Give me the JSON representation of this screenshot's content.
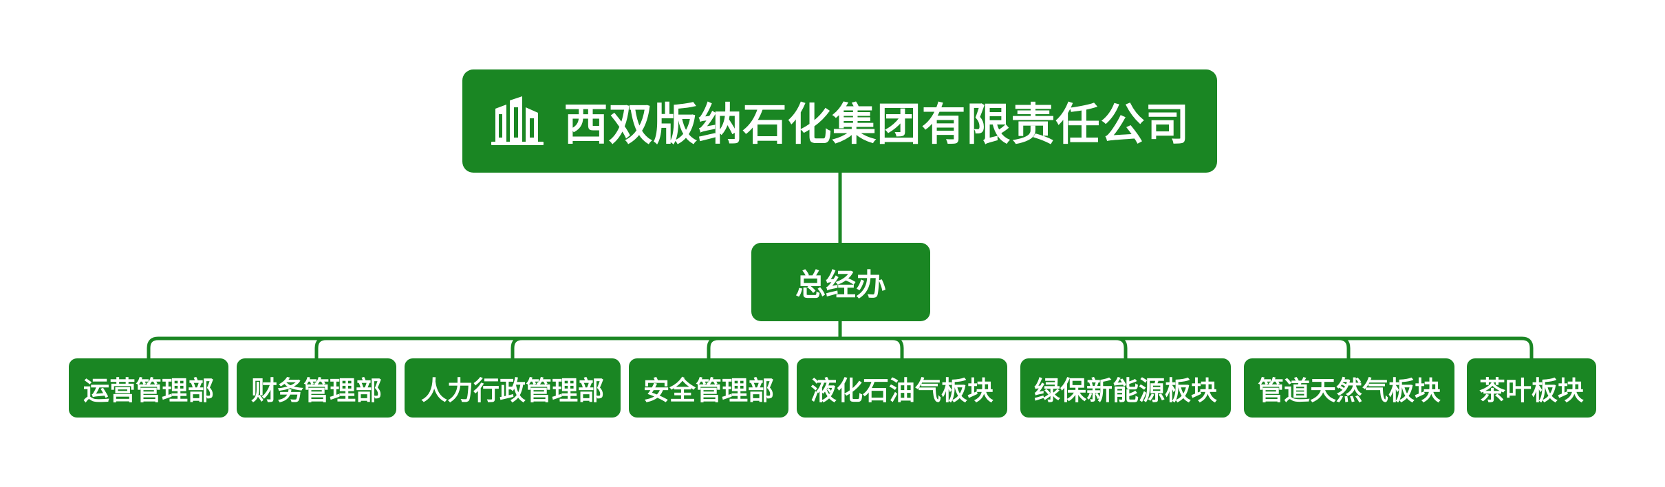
{
  "colors": {
    "node_fill": "#1a8623",
    "node_text": "#ffffff",
    "connector": "#1a8623",
    "background": "#ffffff"
  },
  "root": {
    "icon": "building-icon",
    "label": "西双版纳石化集团有限责任公司"
  },
  "mid": {
    "label": "总经办"
  },
  "departments": [
    {
      "label": "运营管理部"
    },
    {
      "label": "财务管理部"
    },
    {
      "label": "人力行政管理部"
    },
    {
      "label": "安全管理部"
    },
    {
      "label": "液化石油气板块"
    },
    {
      "label": "绿保新能源板块"
    },
    {
      "label": "管道天然气板块"
    },
    {
      "label": "茶叶板块"
    }
  ]
}
